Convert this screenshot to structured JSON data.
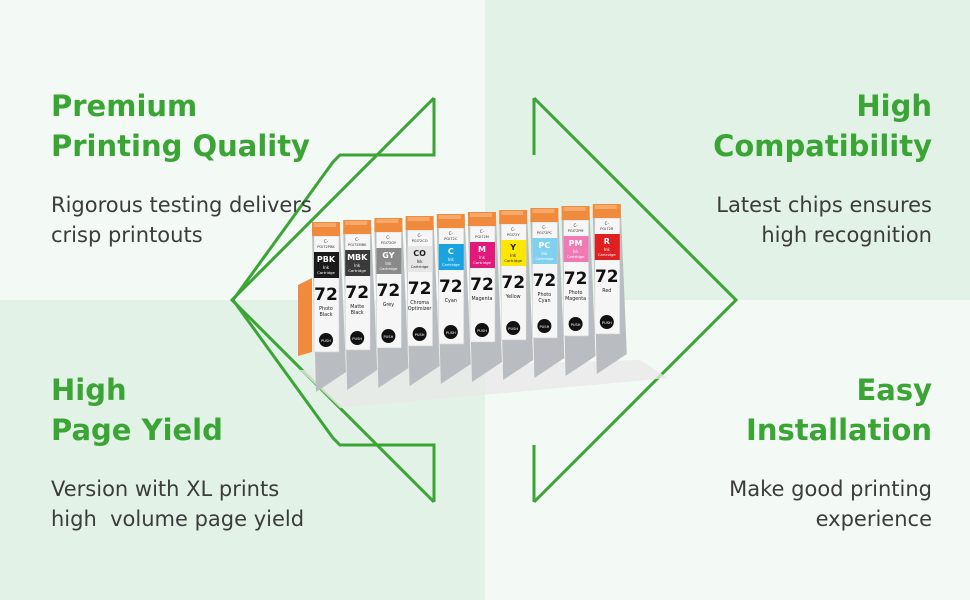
{
  "features": {
    "top_left": {
      "title_lines": [
        "Premium",
        "Printing Quality"
      ],
      "desc_lines": [
        "Rigorous testing delivers",
        "crisp printouts"
      ]
    },
    "top_right": {
      "title_lines": [
        "High",
        "Compatibility"
      ],
      "desc_lines": [
        "Latest chips ensures",
        "high recognition"
      ]
    },
    "bottom_left": {
      "title_lines": [
        "High",
        "Page Yield"
      ],
      "desc_lines": [
        "Version with XL prints",
        "high  volume page yield"
      ]
    },
    "bottom_right": {
      "title_lines": [
        "Easy",
        "Installation"
      ],
      "desc_lines": [
        "Make good printing",
        "experience"
      ]
    }
  },
  "cartridges": [
    {
      "code": "PBK",
      "number": "72",
      "name_lines": [
        "Photo",
        "Black"
      ],
      "color": "#1a1a1a",
      "model": "PGI72PBK"
    },
    {
      "code": "MBK",
      "number": "72",
      "name_lines": [
        "Matte",
        "Black"
      ],
      "color": "#3a3a3a",
      "model": "PGI72MBK"
    },
    {
      "code": "GY",
      "number": "72",
      "name_lines": [
        "Grey"
      ],
      "color": "#8a8a8a",
      "model": "PGI72GY"
    },
    {
      "code": "CO",
      "number": "72",
      "name_lines": [
        "Chroma",
        "Optimizer"
      ],
      "color": "#e6e6e6",
      "model": "PGI72CO"
    },
    {
      "code": "C",
      "number": "72",
      "name_lines": [
        "Cyan"
      ],
      "color": "#1aa3e0",
      "model": "PGI72C"
    },
    {
      "code": "M",
      "number": "72",
      "name_lines": [
        "Magenta"
      ],
      "color": "#e2187a",
      "model": "PGI72M"
    },
    {
      "code": "Y",
      "number": "72",
      "name_lines": [
        "Yellow"
      ],
      "color": "#ffe600",
      "model": "PGI72Y"
    },
    {
      "code": "PC",
      "number": "72",
      "name_lines": [
        "Photo",
        "Cyan"
      ],
      "color": "#7fd1f0",
      "model": "PGI72PC"
    },
    {
      "code": "PM",
      "number": "72",
      "name_lines": [
        "Photo",
        "Magenta"
      ],
      "color": "#f07ab3",
      "model": "PGI72PM"
    },
    {
      "code": "R",
      "number": "72",
      "name_lines": [
        "Red"
      ],
      "color": "#e02020",
      "model": "PGI72R"
    }
  ],
  "cartridge_common": {
    "ink_line1": "Ink",
    "ink_line2": "Cartridge",
    "push_label": "PUSH",
    "brand_prefix": "C-"
  },
  "colors": {
    "accent": "#3aa535",
    "text": "#3c3c3c",
    "cap": "#f08a3c",
    "cap_light": "#f6a96a"
  }
}
